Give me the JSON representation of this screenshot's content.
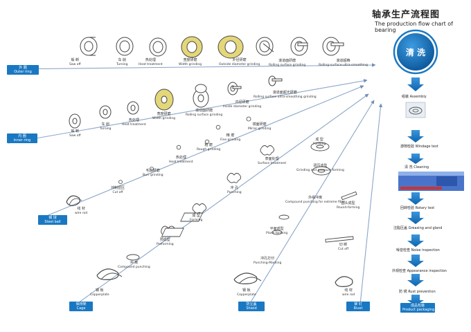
{
  "title": {
    "cn": "轴承生产流程图",
    "en": "The production flow chart of bearing"
  },
  "hub": {
    "label": "清 洗"
  },
  "colors": {
    "accent": "#1a78c2",
    "line": "#8aa6c8",
    "arrow": "#1a78c2"
  },
  "outer_ring": {
    "tag_cn": "外 圈",
    "tag_en": "Outer ring",
    "steps": [
      {
        "cn": "锻 断",
        "en": "Saw off"
      },
      {
        "cn": "车 削",
        "en": "Turning"
      },
      {
        "cn": "热处理",
        "en": "Heat treatment"
      },
      {
        "cn": "宽度研磨",
        "en": "Width grinding"
      },
      {
        "cn": "外径研磨",
        "en": "Outside diameter grinding"
      },
      {
        "cn": "滚道面研磨",
        "en": "Rolling surface grinding"
      },
      {
        "cn": "滚道超精",
        "en": "Rolling-surface-ultra-smoothing"
      }
    ]
  },
  "inner_ring": {
    "tag_cn": "内 圈",
    "tag_en": "Inner ring",
    "steps": [
      {
        "cn": "锻 断",
        "en": "Saw off"
      },
      {
        "cn": "车 削",
        "en": "Turning"
      },
      {
        "cn": "热处理",
        "en": "Heat treatment"
      },
      {
        "cn": "宽度研磨",
        "en": "Width grinding"
      },
      {
        "cn": "滚动面研磨",
        "en": "Rolling surface grinding"
      },
      {
        "cn": "内径研磨",
        "en": "Inside diameter grinding"
      },
      {
        "cn": "滚道面超光研磨",
        "en": "Rolling surface ultra-smoothing grinding"
      }
    ]
  },
  "steel_ball": {
    "tag_cn": "钢 球",
    "tag_en": "Steel ball",
    "steps": [
      {
        "cn": "线 材",
        "en": "wire rod"
      },
      {
        "cn": "冲制扭压",
        "en": "Cut off"
      },
      {
        "cn": "毛边研磨",
        "en": "Burr grinding"
      },
      {
        "cn": "热处理",
        "en": "Heat treatment"
      },
      {
        "cn": "粗 磨",
        "en": "Rough grinding"
      },
      {
        "cn": "精 磨",
        "en": "Fine grinding"
      },
      {
        "cn": "镜面研磨",
        "en": "Mirror grinding"
      }
    ]
  },
  "cage": {
    "tag_cn": "保持架",
    "tag_en": "Cage",
    "steps": [
      {
        "cn": "钢 板",
        "en": "Copperplate"
      },
      {
        "cn": "冲 离",
        "en": "Compound punching"
      },
      {
        "cn": "预成型",
        "en": "Preforming"
      },
      {
        "cn": "成 型",
        "en": "Forming"
      },
      {
        "cn": "冲 孔",
        "en": "Punching"
      },
      {
        "cn": "表面处理",
        "en": "Surface treatment"
      }
    ]
  },
  "shield": {
    "tag_cn": "防尘盖",
    "tag_en": "Shield",
    "steps": [
      {
        "cn": "钢 板",
        "en": "Copperplate"
      },
      {
        "cn": "冲孔打印",
        "en": "Punching-Marking"
      },
      {
        "cn": "平面成型",
        "en": "Plane forming"
      },
      {
        "cn": "外缘冲离",
        "en": "Compound punching for extreme fiber"
      },
      {
        "cn": "研压成型",
        "en": "Grinding and pressure forming"
      },
      {
        "cn": "成 型",
        "en": "Forming"
      }
    ]
  },
  "rivet": {
    "tag_cn": "铆 钉",
    "tag_en": "Rivet",
    "steps": [
      {
        "cn": "线 材",
        "en": "wire rod"
      },
      {
        "cn": "切 断",
        "en": "Cut off"
      },
      {
        "cn": "圆头成型",
        "en": "Round-forming"
      }
    ]
  },
  "assembly_steps": [
    {
      "cn": "组装",
      "en": "Assembly"
    },
    {
      "cn": "游隙检验",
      "en": "Windage test"
    },
    {
      "cn": "清 洗",
      "en": "Cleaning"
    },
    {
      "cn": "回转检验",
      "en": "Rotary test"
    },
    {
      "cn": "注脂压盖",
      "en": "Greasing and gland"
    },
    {
      "cn": "噪音检查",
      "en": "Noise inspection"
    },
    {
      "cn": "外观检查",
      "en": "Appearance inspection"
    },
    {
      "cn": "防 锈",
      "en": "Rust prevention"
    }
  ],
  "packaging": {
    "cn": "成品包装",
    "en": "Product packaging"
  }
}
